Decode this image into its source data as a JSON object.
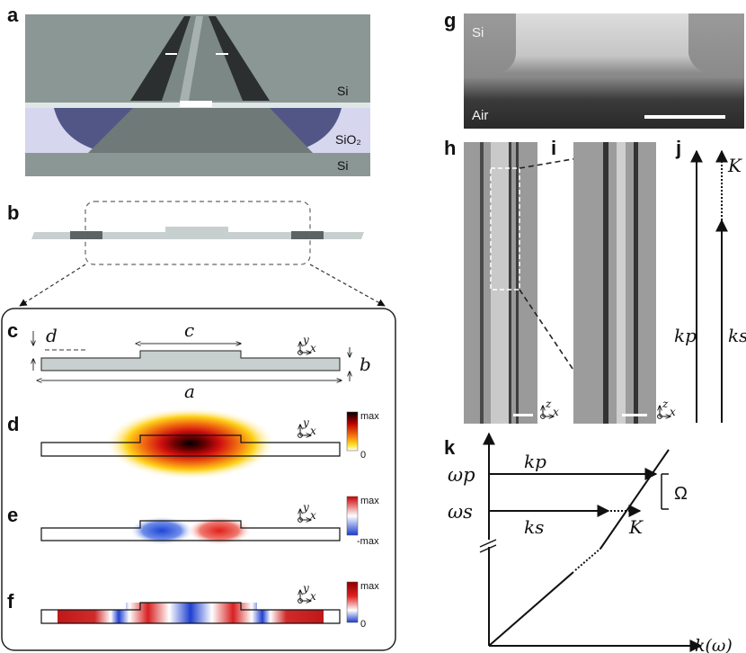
{
  "panel_labels": {
    "a": "a",
    "b": "b",
    "c": "c",
    "d": "d",
    "e": "e",
    "f": "f",
    "g": "g",
    "h": "h",
    "i": "i",
    "j": "j",
    "k": "k"
  },
  "panel_a": {
    "layer_top": "Si",
    "layer_mid": "SiO₂",
    "layer_bottom": "Si"
  },
  "panel_c": {
    "dim_d": "d",
    "dim_c": "c",
    "dim_a": "a",
    "dim_b": "b"
  },
  "axes_xy": {
    "y": "y",
    "x": "x"
  },
  "axes_zx": {
    "z": "z",
    "x": "x"
  },
  "colorbar_d": {
    "top": "max",
    "bottom": "0"
  },
  "colorbar_e": {
    "top": "max",
    "bottom": "-max"
  },
  "colorbar_f": {
    "top": "max",
    "bottom": "0"
  },
  "panel_g": {
    "top_label": "Si",
    "bottom_label": "Air"
  },
  "panel_j": {
    "kp": "kp",
    "ks": "ks",
    "K": "K"
  },
  "panel_k": {
    "omega_p": "ωp",
    "omega_s": "ωs",
    "kp": "kp",
    "ks": "ks",
    "K": "K",
    "Omega": "Ω",
    "xaxis": "k(ω)"
  },
  "colors": {
    "rib": "#c7d0cf",
    "line": "#111111",
    "field_hot": "#d7301f",
    "field_cold": "#2c5bd8"
  }
}
